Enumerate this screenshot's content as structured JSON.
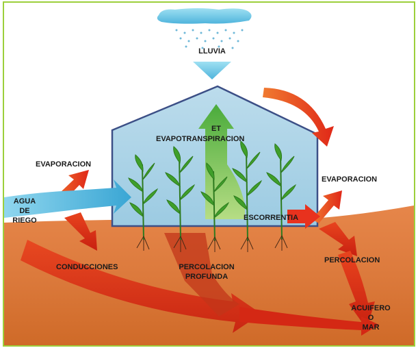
{
  "labels": {
    "rain": "LLUVIA",
    "et_line1": "ET",
    "et_line2": "EVAPOTRANSPIRACION",
    "evap_left": "EVAPORACION",
    "irrigation_line1": "AGUA",
    "irrigation_line2": "DE",
    "irrigation_line3": "RIEGO",
    "evap_right": "EVAPORACION",
    "runoff": "ESCORRENTIA",
    "conduction_losses": "CONDUCCIONES",
    "deep_percolation_line1": "PERCOLACION",
    "deep_percolation_line2": "PROFUNDA",
    "percolation": "PERCOLACION",
    "aquifer_line1": "ACUIFERO",
    "aquifer_line2": "O",
    "aquifer_line3": "MAR"
  },
  "colors": {
    "frame": "#9ccf3a",
    "soil_top": "#e07a3a",
    "soil_bottom": "#d9792b",
    "greenhouse_fill": "#a9d2e6",
    "greenhouse_edge": "#3c4f86",
    "rain_cloud": "#8fd0e8",
    "arrow_red": "#e8321e",
    "arrow_orange": "#f0a030",
    "irrigation_blue": "#5db8dc",
    "et_green": "#5cb838",
    "plant_green": "#3f9f2a"
  }
}
